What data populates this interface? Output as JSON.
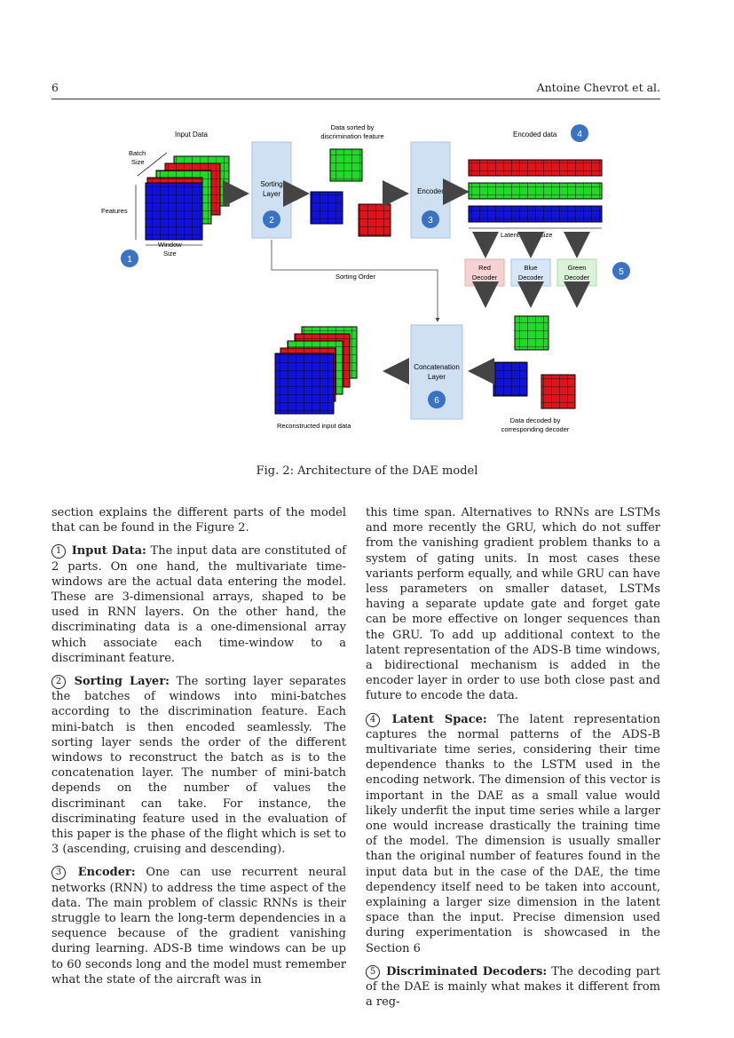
{
  "header": {
    "page_number": "6",
    "authors": "Antoine Chevrot et al."
  },
  "figure": {
    "caption": "Fig. 2: Architecture of the DAE model",
    "labels": {
      "input_data": "Input Data",
      "batch_size_1": "Batch",
      "batch_size_2": "Size",
      "features": "Features",
      "window_size_1": "Window",
      "window_size_2": "Size",
      "sorting_layer_1": "Sorting",
      "sorting_layer_2": "Layer",
      "data_sorted_1": "Data sorted by",
      "data_sorted_2": "discrimination feature",
      "encoder": "Encoder",
      "encoded_data": "Encoded data",
      "latent_space_size": "Latent space size",
      "red_decoder_1": "Red",
      "red_decoder_2": "Decoder",
      "blue_decoder_1": "Blue",
      "blue_decoder_2": "Decoder",
      "green_decoder_1": "Green",
      "green_decoder_2": "Decoder",
      "sorting_order": "Sorting Order",
      "concat_1": "Concatenation",
      "concat_2": "Layer",
      "reconstructed": "Reconstructed input data",
      "decoded_1": "Data decoded by",
      "decoded_2": "corresponding decoder"
    },
    "badges": [
      "1",
      "2",
      "3",
      "4",
      "5",
      "6"
    ]
  },
  "left_column": {
    "p1": "section explains the different parts of the model that can be found in the Figure 2.",
    "p2_num": "1",
    "p2_title": "Input Data:",
    "p2_text": " The input data are constituted of 2 parts. On one hand, the multivariate time-windows are the actual data entering the model. These are 3-dimensional arrays, shaped to be used in RNN layers. On the other hand, the discriminating data is a one-dimensional array which associate each time-window to a discriminant feature.",
    "p3_num": "2",
    "p3_title": "Sorting Layer:",
    "p3_text": " The sorting layer separates the batches of windows into mini-batches according to the discrimination feature. Each mini-batch is then encoded seamlessly. The sorting layer sends the order of the different windows to reconstruct the batch as is to the concatenation layer. The number of mini-batch depends on the number of values the discriminant can take. For instance, the discriminating feature used in the evaluation of this paper is the phase of the flight which is set to 3 (ascending, cruising and descending).",
    "p4_num": "3",
    "p4_title": "Encoder:",
    "p4_text": " One can use recurrent neural networks (RNN) to address the time aspect of the data. The main problem of classic RNNs is their struggle to learn the long-term dependencies in a sequence because of the gradient vanishing during learning. ADS-B time windows can be up to 60 seconds long and the model must remember what the state of the aircraft was in"
  },
  "right_column": {
    "p1": "this time span. Alternatives to RNNs are LSTMs and more recently the GRU, which do not suffer from the vanishing gradient problem thanks to a system of gating units. In most cases these variants perform equally, and while GRU can have less parameters on smaller dataset, LSTMs having a separate update gate and forget gate can be more effective on longer sequences than the GRU. To add up additional context to the latent representation of the ADS-B time windows, a bidirectional mechanism is added in the encoder layer in order to use both close past and future to encode the data.",
    "p2_num": "4",
    "p2_title": "Latent Space:",
    "p2_text": " The latent representation captures the normal patterns of the ADS-B multivariate time series, considering their time dependence thanks to the LSTM used in the encoding network. The dimension of this vector is important in the DAE as a small value would likely underfit the input time series while a larger one would increase drastically the training time of the model. The dimension is usually smaller than the original number of features found in the input data but in the case of the DAE, the time dependency itself need to be taken into account, explaining a larger size dimension in the latent space than the input. Precise dimension used during experimentation is showcased in the Section 6",
    "p3_num": "5",
    "p3_title": "Discriminated Decoders:",
    "p3_text": " The decoding part of the DAE is mainly what makes it different from a reg-"
  },
  "colors": {
    "red": "#e0141c",
    "green": "#22d828",
    "blue": "#1212d8",
    "box_fill": "#cfe0f3",
    "badge": "#3a73c4"
  }
}
